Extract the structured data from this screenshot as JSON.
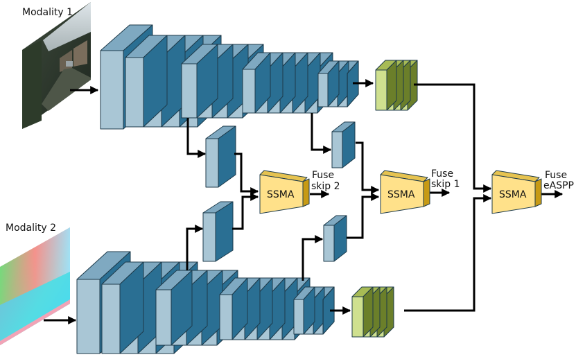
{
  "labels": {
    "modality1": "Modality 1",
    "modality2": "Modality 2",
    "ssma": "SSMA",
    "fuse": "Fuse",
    "skip2": "skip 2",
    "skip1": "skip 1",
    "easpp": "eASPP"
  },
  "colors": {
    "layer_front": "#a9c6d5",
    "layer_side": "#2a6f93",
    "layer_top": "#7fa9c1",
    "green_front": "#cfe08f",
    "green_side": "#6b7f2a",
    "green_top": "#a7bb55",
    "ssma_front": "#ffe18a",
    "ssma_side": "#c79a14",
    "line": "#000000"
  },
  "icons": {
    "modality1": "street-rgb-photo",
    "modality2": "hha-depth-image"
  }
}
